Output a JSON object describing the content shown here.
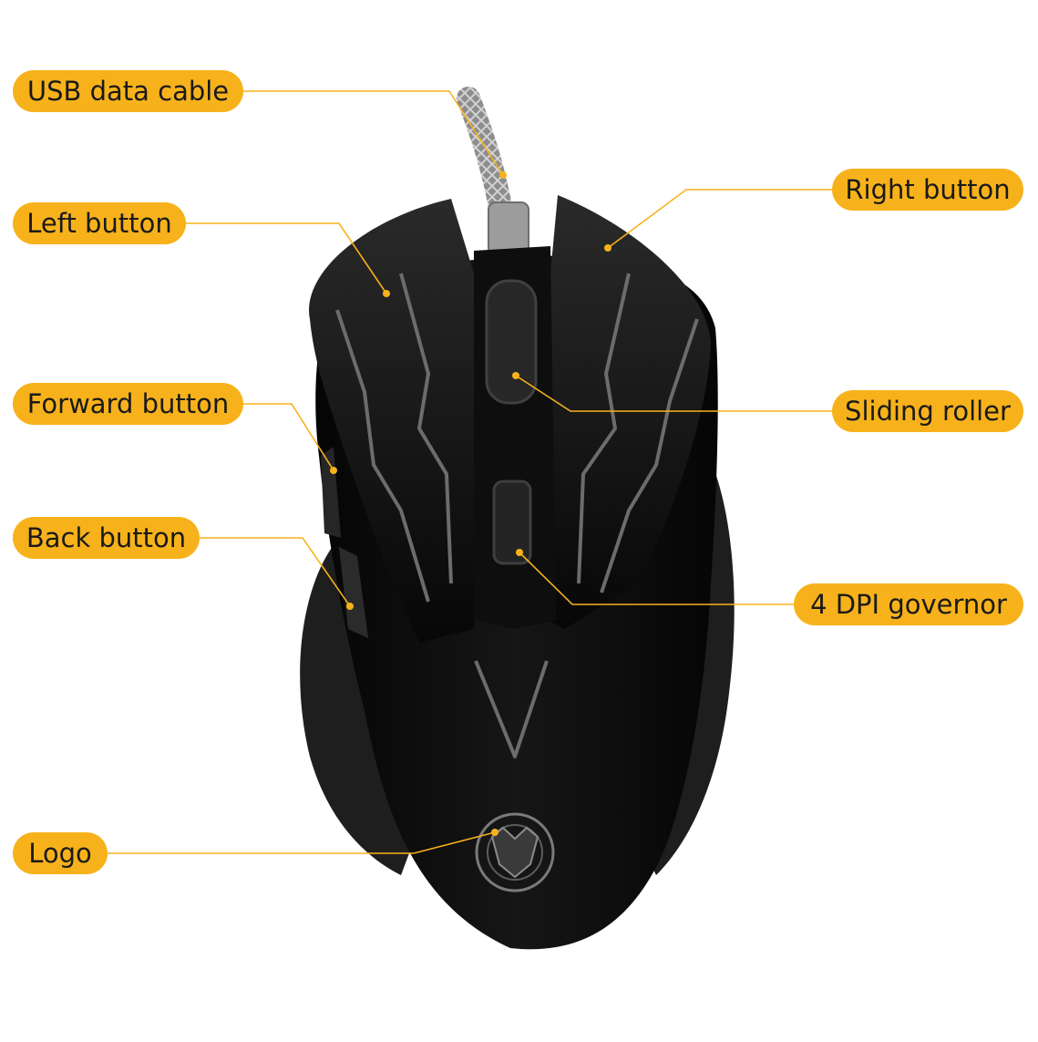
{
  "labels": {
    "usb_data_cable": "USB data cable",
    "left_button": "Left button",
    "forward_button": "Forward button",
    "back_button": "Back button",
    "logo": "Logo",
    "right_button": "Right button",
    "sliding_roller": "Sliding roller",
    "dpi_governor": "4 DPI governor"
  },
  "colors": {
    "accent": "#f7b21b",
    "mouse_body": "#0b0b0b",
    "grip": "#1c1c1c",
    "trace_lines": "#6c6c6c",
    "cable": "#a9a9a9"
  }
}
